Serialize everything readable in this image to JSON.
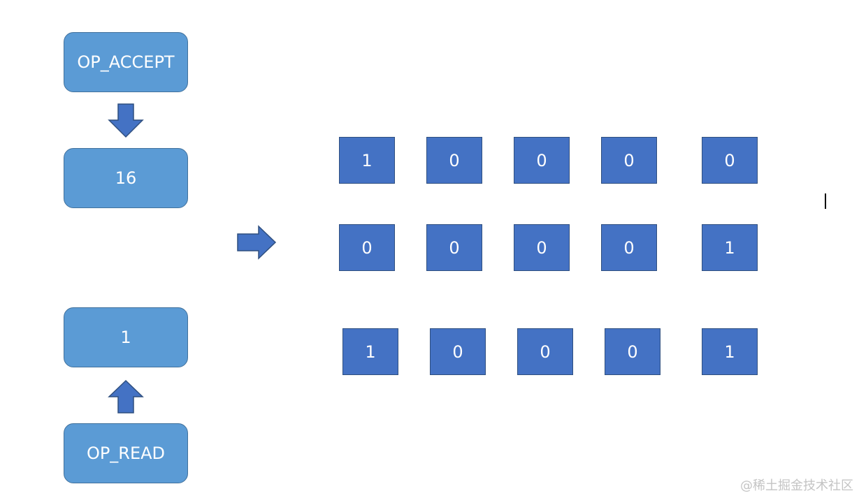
{
  "left_boxes": {
    "op_accept": "OP_ACCEPT",
    "op_accept_value": "16",
    "op_read_value": "1",
    "op_read": "OP_READ"
  },
  "bit_rows": [
    {
      "bits": [
        "1",
        "0",
        "0",
        "0",
        "0"
      ]
    },
    {
      "bits": [
        "0",
        "0",
        "0",
        "0",
        "1"
      ]
    },
    {
      "bits": [
        "1",
        "0",
        "0",
        "0",
        "1"
      ]
    }
  ],
  "colors": {
    "box_fill": "#5b9bd5",
    "box_border": "#41719c",
    "bit_fill": "#4472c4",
    "arrow_fill": "#4472c4"
  },
  "watermark": "@稀土掘金技术社区"
}
